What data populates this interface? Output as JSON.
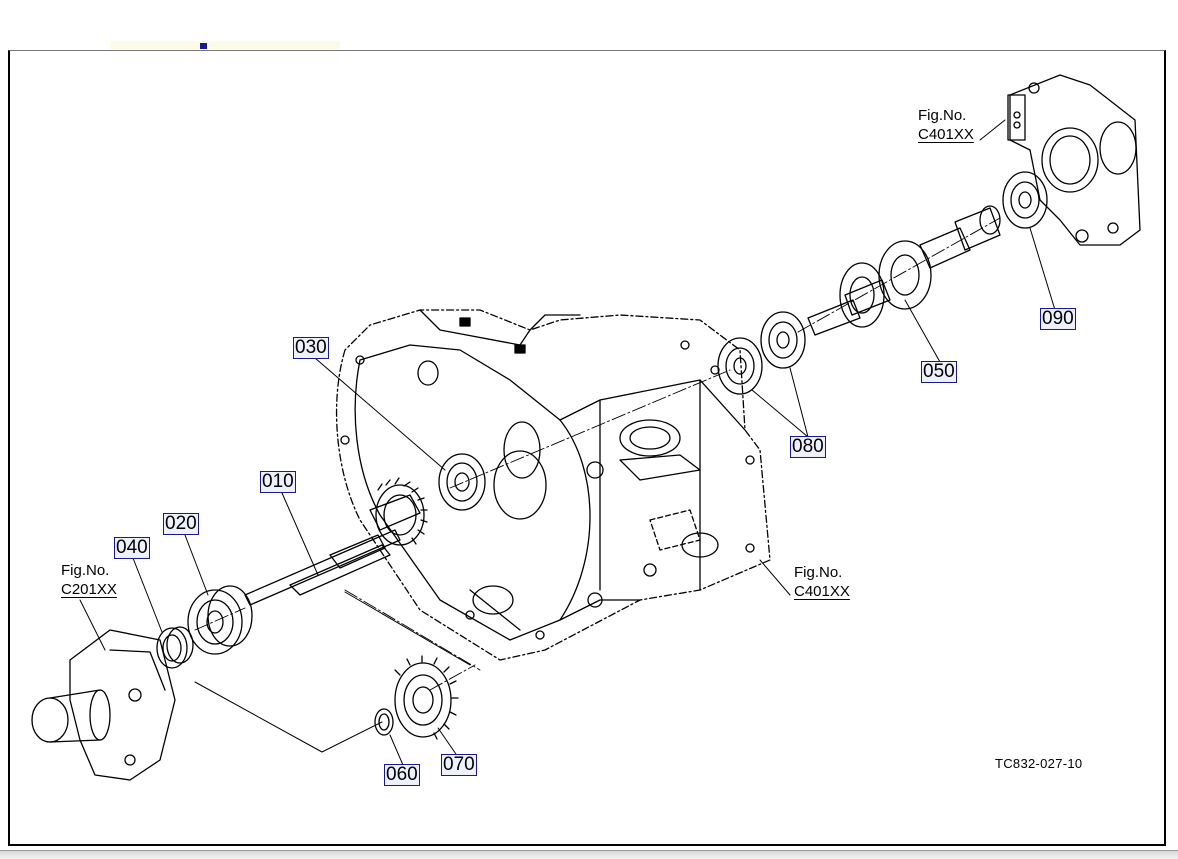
{
  "diagram": {
    "drawing_number": "TC832-027-10",
    "callouts": {
      "c010": "010",
      "c020": "020",
      "c030": "030",
      "c040": "040",
      "c050": "050",
      "c060": "060",
      "c070": "070",
      "c080": "080",
      "c090": "090"
    },
    "figure_refs": {
      "top_right": {
        "label": "Fig.No.",
        "code": "C401XX"
      },
      "middle_right": {
        "label": "Fig.No.",
        "code": "C401XX"
      },
      "left": {
        "label": "Fig.No.",
        "code": "C201XX"
      }
    }
  },
  "colors": {
    "callout_border": "#1a1a8c",
    "callout_fill": "#eef0fb",
    "line": "#000000"
  }
}
